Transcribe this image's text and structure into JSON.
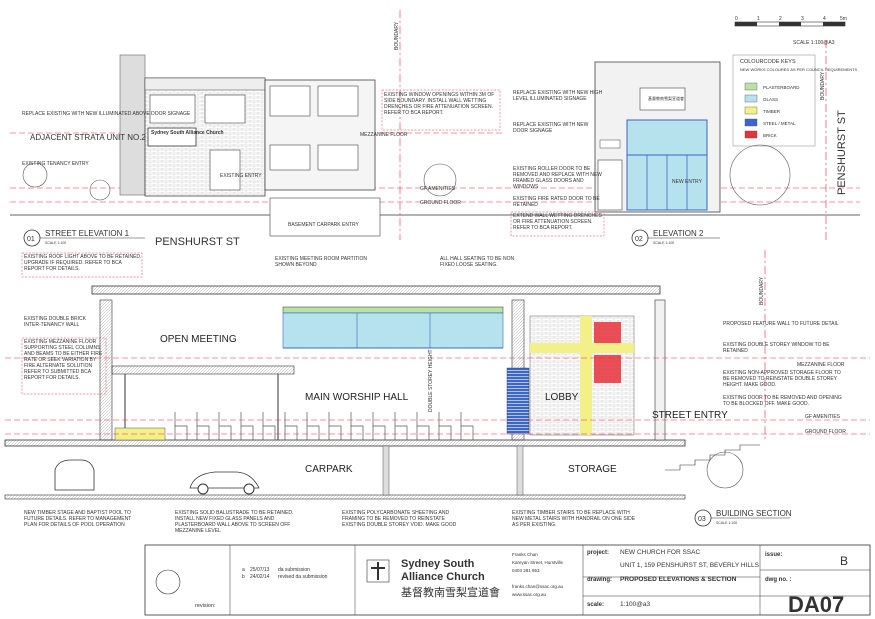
{
  "scale_bar": {
    "ticks": [
      "0",
      "1",
      "2",
      "3",
      "4",
      "5m"
    ],
    "scale_text": "SCALE 1:100@A3"
  },
  "colour_key": {
    "title": "COLOURCODE KEYS",
    "subtitle": "NEW WORKS COLOURED AS PER COUNCIL REQUIREMENTS",
    "items": [
      {
        "label": "PLASTERBOARD",
        "color": "#b7e3a6"
      },
      {
        "label": "GLASS",
        "color": "#b6e2ee"
      },
      {
        "label": "TIMBER",
        "color": "#f3f08a"
      },
      {
        "label": "STEEL / METAL",
        "color": "#3c66c8"
      },
      {
        "label": "BRICK",
        "color": "#e8303a"
      }
    ]
  },
  "elevation1": {
    "num": "01",
    "title": "STREET ELEVATION 1",
    "scale": "SCALE 1:100",
    "street": "PENSHURST ST",
    "notes": {
      "replace_sign": "REPLACE EXISTING WITH NEW ILLUMINATED ABOVE DOOR SIGNAGE",
      "adjacent": "ADJACENT STRATA UNIT NO.2",
      "tenancy_entry": "EXISTING TENANCY ENTRY",
      "window_openings": "EXISTING WINDOW OPENINGS WITHIN 3M OF SIDE BOUNDARY. INSTALL WALL WETTING DRENCHES OR FIRE ATTENUATION SCREEN. REFER TO BCA REPORT.",
      "mezz_floor": "MEZZANINE FLOOR",
      "gf_amenities": "GF AMENITIES",
      "ground_floor": "GROUND FLOOR",
      "existing_entry": "EXISTING ENTRY",
      "carpark_entry": "BASEMENT CARPARK ENTRY",
      "church_sign": "Sydney South Alliance Church",
      "chinese_sign": "基督教南雪梨宣道會",
      "boundary": "BOUNDARY"
    }
  },
  "elevation2": {
    "num": "02",
    "title": "ELEVATION 2",
    "scale": "SCALE 1:100",
    "street": "PENSHURST ST",
    "notes": {
      "high_sign": "REPLACE EXISTING WITH NEW HIGH LEVEL ILLUMINATED SIGNAGE",
      "door_sign": "REPLACE EXISTING WITH NEW DOOR SIGNAGE",
      "roller_door": "EXISTING ROLLER DOOR TO BE REMOVED AND REPLACE WITH NEW FRAMED GLASS DOORS AND WINDOWS",
      "fire_door": "EXISTING FIRE RATED DOOR TO BE RETAINED",
      "extend_wall": "EXTEND WALL WETTING DRENCHES OR FIRE ATTENUATION SCREEN. REFER TO BCA REPORT.",
      "new_entry": "NEW ENTRY",
      "boundary": "BOUNDARY"
    }
  },
  "section": {
    "num": "03",
    "title": "BUILDING SECTION",
    "scale": "SCALE 1:100",
    "rooms": {
      "open_meeting": "OPEN MEETING",
      "worship": "MAIN WORSHIP HALL",
      "lobby": "LOBBY",
      "street_entry": "STREET ENTRY",
      "carpark": "CARPARK",
      "storage": "STORAGE",
      "double_storey": "DOUBLE STOREY HEIGHT"
    },
    "notes": {
      "roof_light": "EXISTING ROOF LIGHT ABOVE TO BE RETAINED. UPGRADE IF REQUIRED. REFER TO BCA REPORT FOR DETAILS.",
      "meeting_partition": "EXISTING MEETING ROOM PARTITION SHOWN BEYOND",
      "hall_seating": "ALL HALL SEATING TO BE NON FIXED LOOSE SEATING.",
      "double_brick": "EXISTING DOUBLE BRICK INTER-TENANCY WALL",
      "mezz_floor_note": "EXISTING MEZZANINE FLOOR SUPPORTING STEEL COLUMNS AND BEAMS TO BE EITHER FIRE RATE OR SEEK VARIATION BY FIRE ALTERNATE SOLUTION REFER TO SUBMITTED BCA REPORT FOR DETAILS.",
      "feature_wall": "PROPOSED FEATURE WALL TO FUTURE DETAIL",
      "storey_window": "EXISTING DOUBLE STOREY WINDOW TO BE RETAINED",
      "non_approved": "EXISTING NON-APPROVED STORAGE FLOOR TO BE REMOVED TO REINSTATE DOUBLE STOREY HEIGHT. MAKE GOOD.",
      "door_removed": "EXISTING DOOR TO BE REMOVED AND OPENING TO BE BLOCKED OFF. MAKE GOOD.",
      "mezz": "MEZZANINE FLOOR",
      "gf": "GF AMENITIES",
      "ground": "GROUND FLOOR",
      "boundary": "BOUNDARY",
      "timber_stage": "NEW TIMBER STAGE AND BAPTIST POOL TO FUTURE DETAILS. REFER TO MANAGEMENT PLAN FOR DETAILS OF POOL OPERATION",
      "balustrade": "EXISTING SOLID BALUSTRADE TO BE RETAINED. INSTALL NEW FIXED GLASS PANELS AND PLASTERBOARD WALL ABOVE TO SCREEN OFF MEZZANINE LEVEL",
      "polycarbonate": "EXISTING POLYCARBONATE SHEETING AND FRAMING TO BE REMOVED TO REINSTATE EXISTING DOUBLE STOREY VOID. MAKE GOOD",
      "stairs": "EXISTING TIMBER STAIRS TO BE REPLACE WITH NEW METAL STAIRS WITH HANDRAIL ON ONE SIDE AS PER EXISTING."
    }
  },
  "title_block": {
    "revisions": [
      {
        "rev": "a",
        "date": "25/07/13",
        "desc": "da submission"
      },
      {
        "rev": "b",
        "date": "24/02/14",
        "desc": "revised da submission"
      }
    ],
    "revision_label": "revision:",
    "church_en_1": "Sydney South",
    "church_en_2": "Alliance Church",
    "church_cn": "基督教南雪梨宣道會",
    "contact_name": "Franks Chan",
    "contact_addr": "Kareyan Street, Hurstville",
    "contact_phone": "0403 281 953",
    "contact_email": "franks.chan@ssac.org.au",
    "contact_web": "www.ssac.org.au",
    "project_label": "project:",
    "project": "NEW CHURCH FOR SSAC",
    "address": "UNIT 1, 159 PENSHURST ST, BEVERLY HILLS",
    "drawing_label": "drawing:",
    "drawing": "PROPOSED ELEVATIONS & SECTION",
    "scale_label": "scale:",
    "scale": "1:100@a3",
    "issue_label": "issue:",
    "issue": "B",
    "dwg_label": "dwg no. :",
    "dwg": "DA07"
  }
}
